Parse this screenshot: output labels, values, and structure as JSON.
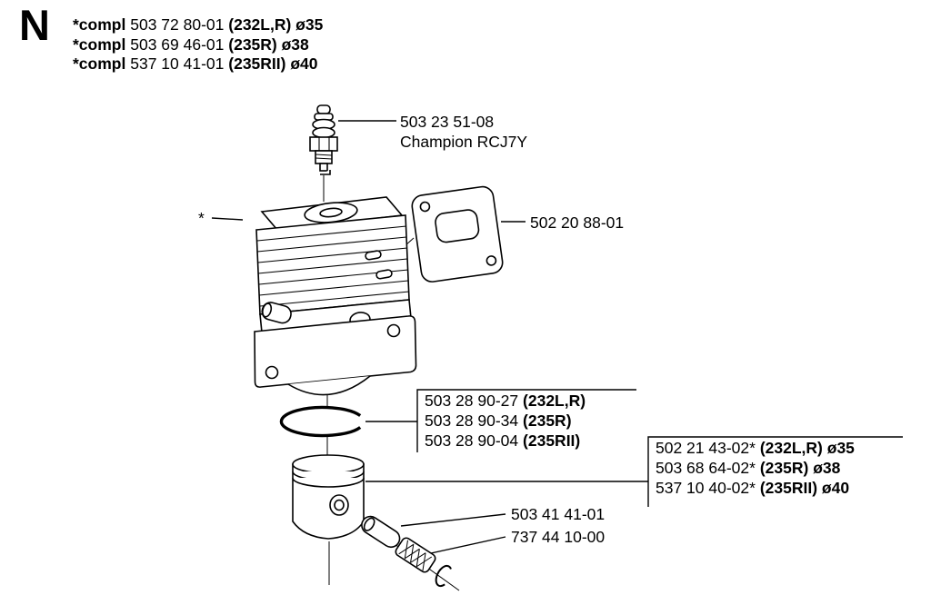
{
  "section_letter": "N",
  "header_variants": [
    {
      "prefix": "*compl",
      "part": "503 72 80-01",
      "model": "(232L,R) ø35"
    },
    {
      "prefix": "*compl",
      "part": "503 69 46-01",
      "model": "(235R) ø38"
    },
    {
      "prefix": "*compl",
      "part": "537 10 41-01",
      "model": "(235RII) ø40"
    }
  ],
  "spark_plug": {
    "part": "503 23 51-08",
    "name": "Champion RCJ7Y"
  },
  "cylinder": {
    "marker": "*"
  },
  "gasket": {
    "part": "502 20 88-01"
  },
  "ring_variants": [
    {
      "part": "503 28 90-27",
      "model": "(232L,R)"
    },
    {
      "part": "503 28 90-34",
      "model": "(235R)"
    },
    {
      "part": "503 28 90-04",
      "model": "(235RII)"
    }
  ],
  "piston_variants": [
    {
      "part": "502 21 43-02*",
      "model": "(232L,R) ø35"
    },
    {
      "part": "503 68 64-02*",
      "model": "(235R) ø38"
    },
    {
      "part": "537 10 40-02*",
      "model": "(235RII) ø40"
    }
  ],
  "pin": {
    "part": "503 41 41-01"
  },
  "bearing": {
    "part": "737 44 10-00"
  }
}
